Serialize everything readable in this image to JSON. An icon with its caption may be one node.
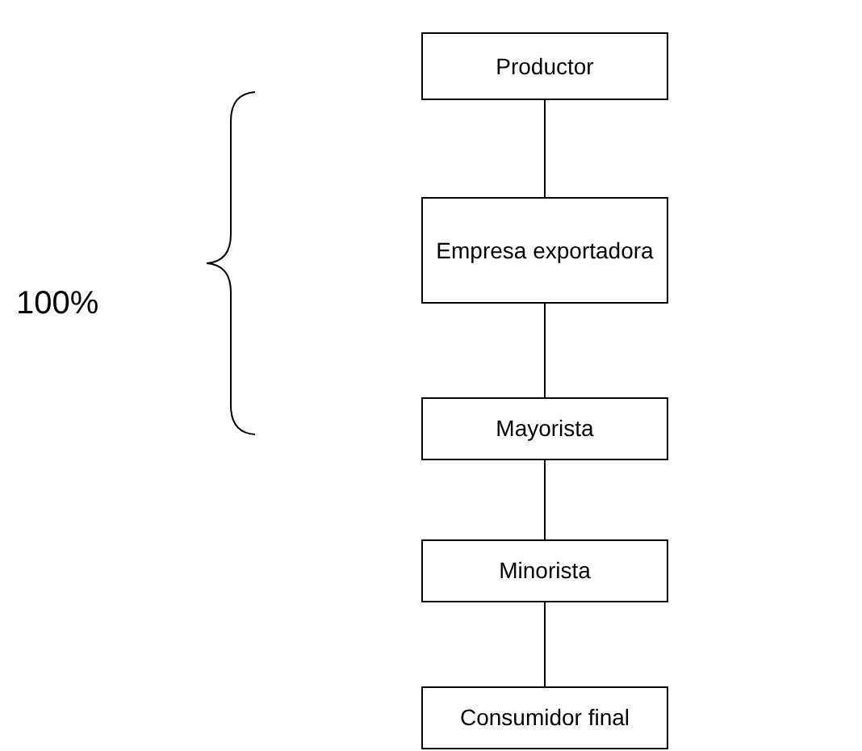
{
  "diagram": {
    "nodes": [
      {
        "text": [
          "Productor"
        ]
      },
      {
        "text": [
          "Empresa exportadora"
        ]
      },
      {
        "text": [
          "Mayorista"
        ]
      },
      {
        "text": [
          "Minorista"
        ]
      },
      {
        "text": [
          "Consumidor final"
        ]
      }
    ],
    "edges": [
      {
        "from": 0,
        "to": 1,
        "arrow": "none"
      },
      {
        "from": 1,
        "to": 2,
        "arrow": "none"
      },
      {
        "from": 2,
        "to": 3,
        "arrow": "none"
      },
      {
        "from": 3,
        "to": 4,
        "arrow": "none"
      }
    ],
    "labels": [
      "100%"
    ]
  }
}
